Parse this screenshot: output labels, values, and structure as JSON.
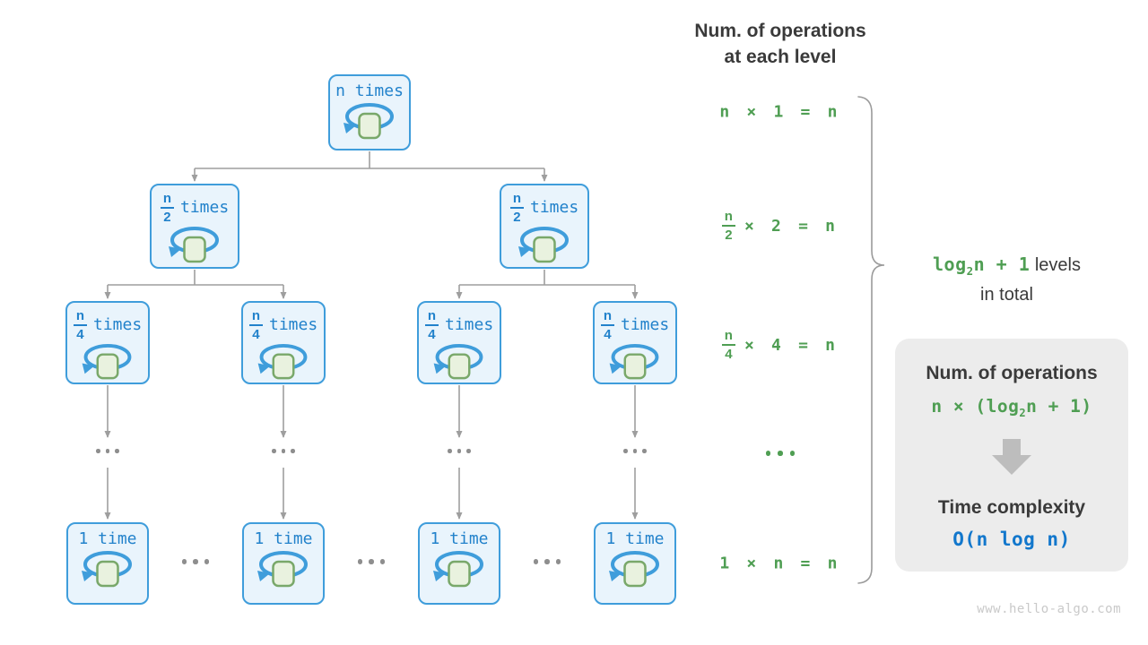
{
  "header": {
    "line1": "Num. of operations",
    "line2": "at each level"
  },
  "tree": {
    "root": {
      "label": "n times"
    },
    "level2": [
      {
        "numerator": "n",
        "denominator": "2",
        "suffix": "times"
      },
      {
        "numerator": "n",
        "denominator": "2",
        "suffix": "times"
      }
    ],
    "level3": [
      {
        "numerator": "n",
        "denominator": "4",
        "suffix": "times"
      },
      {
        "numerator": "n",
        "denominator": "4",
        "suffix": "times"
      },
      {
        "numerator": "n",
        "denominator": "4",
        "suffix": "times"
      },
      {
        "numerator": "n",
        "denominator": "4",
        "suffix": "times"
      }
    ],
    "leaves": [
      {
        "label": "1 time"
      },
      {
        "label": "1 time"
      },
      {
        "label": "1 time"
      },
      {
        "label": "1 time"
      }
    ],
    "ellipsis": "..."
  },
  "operations": {
    "row1": "n × 1 = n",
    "row2": {
      "numerator": "n",
      "denominator": "2",
      "rest": "× 2 = n"
    },
    "row3": {
      "numerator": "n",
      "denominator": "4",
      "rest": "× 4 = n"
    },
    "row4_ellipsis": "...",
    "row5": "1 × n = n"
  },
  "levels_label": {
    "green_log": "log",
    "subscript": "2",
    "green_rest": "n + 1",
    "dark": " levels",
    "line2": "in total"
  },
  "panel": {
    "title_operations": "Num. of operations",
    "formula_prefix": "n × (log",
    "formula_sub": "2",
    "formula_suffix": "n + 1)",
    "title_complexity": "Time complexity",
    "complexity": "O(n log n)"
  },
  "page": {
    "watermark": "www.hello-algo.com"
  },
  "colors": {
    "box_border": "#3f9ddb",
    "box_fill": "#e9f4fc",
    "node_text_blue": "#2282cb",
    "green": "#4f9e53",
    "connector_gray": "#9e9e9e",
    "dark_text": "#3a3a3a",
    "panel_bg": "#ececec",
    "complexity_blue": "#1277cc",
    "square_green_border": "#79a86a",
    "square_green_fill": "#e9f2df"
  }
}
